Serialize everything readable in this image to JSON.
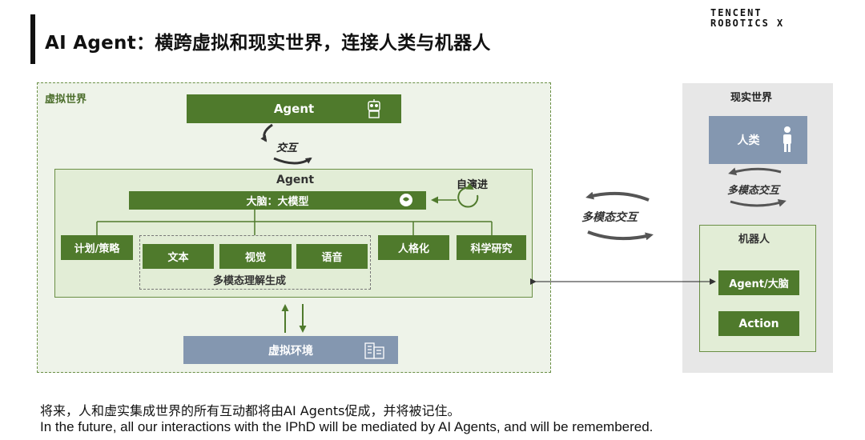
{
  "header": {
    "title": "AI Agent：横跨虚拟和现实世界，连接人类与机器人",
    "logo_line1": "TENCENT",
    "logo_line2": "ROBOTICS X"
  },
  "virtual_world": {
    "label": "虚拟世界",
    "top_agent": "Agent",
    "interaction_label": "交互",
    "agent_block": {
      "label": "Agent",
      "brain": "大脑：大模型",
      "self_evolve": "自演进",
      "capabilities": {
        "plan": "计划/策略",
        "text": "文本",
        "vision": "视觉",
        "speech": "语音",
        "persona": "人格化",
        "research": "科学研究"
      },
      "multimodal_group": "多模态理解生成"
    },
    "environment": "虚拟环境"
  },
  "middle": {
    "multimodal_interaction": "多模态交互"
  },
  "real_world": {
    "label": "现实世界",
    "human": "人类",
    "multimodal_interaction": "多模态交互",
    "robot": {
      "label": "机器人",
      "agent_brain": "Agent/大脑",
      "action": "Action"
    }
  },
  "footer": {
    "chinese": "将来，人和虚实集成世界的所有互动都将由AI Agents促成，并将被记住。",
    "english": "In the future, all our interactions with the IPhD will be mediated by AI Agents, and will be remembered."
  },
  "colors": {
    "green_box": "#4f7a2c",
    "green_light": "#e2edd6",
    "blue_box": "#8497b0",
    "real_bg": "#e7e7e7"
  },
  "icons": [
    "robot-icon",
    "brain-icon",
    "building-icon",
    "person-icon",
    "refresh-icon"
  ]
}
